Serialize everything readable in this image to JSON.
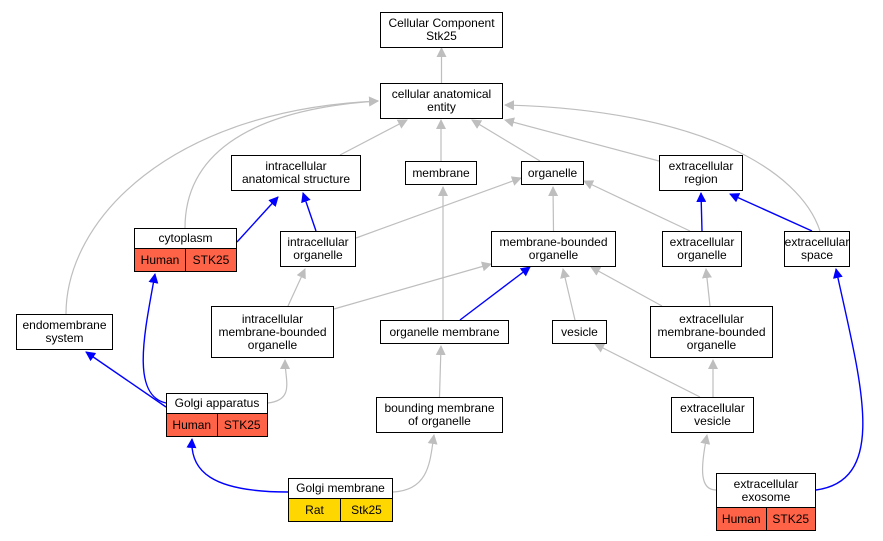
{
  "colors": {
    "is_a": "#bebebe",
    "part_of": "#0000ff",
    "human_tag": "#ff6347",
    "rat_tag": "#ffd700"
  },
  "nodes": {
    "cc": {
      "label": "Cellular Component\nStk25"
    },
    "cae": {
      "label": "cellular anatomical\nentity"
    },
    "ias": {
      "label": "intracellular\nanatomical structure"
    },
    "mem": {
      "label": "membrane"
    },
    "org": {
      "label": "organelle"
    },
    "exr": {
      "label": "extracellular\nregion"
    },
    "cyto": {
      "label": "cytoplasm",
      "tags": [
        "Human",
        "STK25"
      ]
    },
    "io": {
      "label": "intracellular\norganelle"
    },
    "mbo": {
      "label": "membrane-bounded\norganelle"
    },
    "exo_org": {
      "label": "extracellular\norganelle"
    },
    "exs": {
      "label": "extracellular\nspace"
    },
    "endo": {
      "label": "endomembrane\nsystem"
    },
    "imbo": {
      "label": "intracellular\nmembrane-bounded\norganelle"
    },
    "om": {
      "label": "organelle membrane"
    },
    "ves": {
      "label": "vesicle"
    },
    "embo": {
      "label": "extracellular\nmembrane-bounded\norganelle"
    },
    "golgi": {
      "label": "Golgi apparatus",
      "tags": [
        "Human",
        "STK25"
      ]
    },
    "bmo": {
      "label": "bounding membrane\nof organelle"
    },
    "exv": {
      "label": "extracellular\nvesicle"
    },
    "gm": {
      "label": "Golgi membrane",
      "tags": [
        "Rat",
        "Stk25"
      ]
    },
    "exosome": {
      "label": "extracellular\nexosome",
      "tags": [
        "Human",
        "STK25"
      ]
    }
  },
  "edges": [
    {
      "from": "cae",
      "to": "cc",
      "kind": "is_a"
    },
    {
      "from": "ias",
      "to": "cae",
      "kind": "is_a"
    },
    {
      "from": "mem",
      "to": "cae",
      "kind": "is_a"
    },
    {
      "from": "org",
      "to": "cae",
      "kind": "is_a"
    },
    {
      "from": "exr",
      "to": "cae",
      "kind": "is_a"
    },
    {
      "from": "cyto",
      "to": "cae",
      "kind": "is_a"
    },
    {
      "from": "endo",
      "to": "cae",
      "kind": "is_a"
    },
    {
      "from": "exs",
      "to": "cae",
      "kind": "is_a"
    },
    {
      "from": "cyto",
      "to": "ias",
      "kind": "part_of"
    },
    {
      "from": "io",
      "to": "ias",
      "kind": "part_of"
    },
    {
      "from": "io",
      "to": "org",
      "kind": "is_a"
    },
    {
      "from": "mbo",
      "to": "org",
      "kind": "is_a"
    },
    {
      "from": "exo_org",
      "to": "org",
      "kind": "is_a"
    },
    {
      "from": "exo_org",
      "to": "exr",
      "kind": "part_of"
    },
    {
      "from": "exs",
      "to": "exr",
      "kind": "part_of"
    },
    {
      "from": "imbo",
      "to": "io",
      "kind": "is_a"
    },
    {
      "from": "imbo",
      "to": "mbo",
      "kind": "is_a"
    },
    {
      "from": "om",
      "to": "mem",
      "kind": "is_a"
    },
    {
      "from": "om",
      "to": "mbo",
      "kind": "part_of"
    },
    {
      "from": "ves",
      "to": "mbo",
      "kind": "is_a"
    },
    {
      "from": "embo",
      "to": "mbo",
      "kind": "is_a"
    },
    {
      "from": "embo",
      "to": "exo_org",
      "kind": "is_a"
    },
    {
      "from": "golgi",
      "to": "cyto",
      "kind": "part_of"
    },
    {
      "from": "golgi",
      "to": "endo",
      "kind": "part_of"
    },
    {
      "from": "golgi",
      "to": "imbo",
      "kind": "is_a"
    },
    {
      "from": "bmo",
      "to": "om",
      "kind": "is_a"
    },
    {
      "from": "exv",
      "to": "ves",
      "kind": "is_a"
    },
    {
      "from": "exv",
      "to": "embo",
      "kind": "is_a"
    },
    {
      "from": "gm",
      "to": "golgi",
      "kind": "part_of"
    },
    {
      "from": "gm",
      "to": "bmo",
      "kind": "is_a"
    },
    {
      "from": "exosome",
      "to": "exv",
      "kind": "is_a"
    },
    {
      "from": "exosome",
      "to": "exs",
      "kind": "part_of"
    }
  ]
}
